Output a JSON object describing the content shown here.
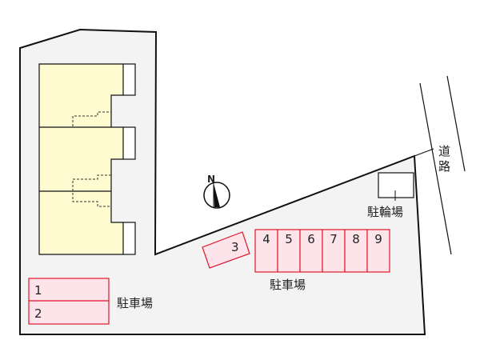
{
  "colors": {
    "lot_fill": "#f3f3f3",
    "building_fill": "#fffbd0",
    "parking_fill": "#fde3ea",
    "parking_stroke": "#e0182d",
    "outline": "#111111"
  },
  "compass": {
    "north_label": "N",
    "icon": "north-arrow-icon"
  },
  "road": {
    "label_line1": "道",
    "label_line2": "路"
  },
  "bicycle_parking": {
    "label": "駐輪場"
  },
  "parking_left": {
    "label": "駐車場",
    "spaces": [
      "1",
      "2"
    ]
  },
  "parking_right": {
    "label": "駐車場",
    "angled_space": "3",
    "spaces": [
      "4",
      "5",
      "6",
      "7",
      "8",
      "9"
    ]
  }
}
